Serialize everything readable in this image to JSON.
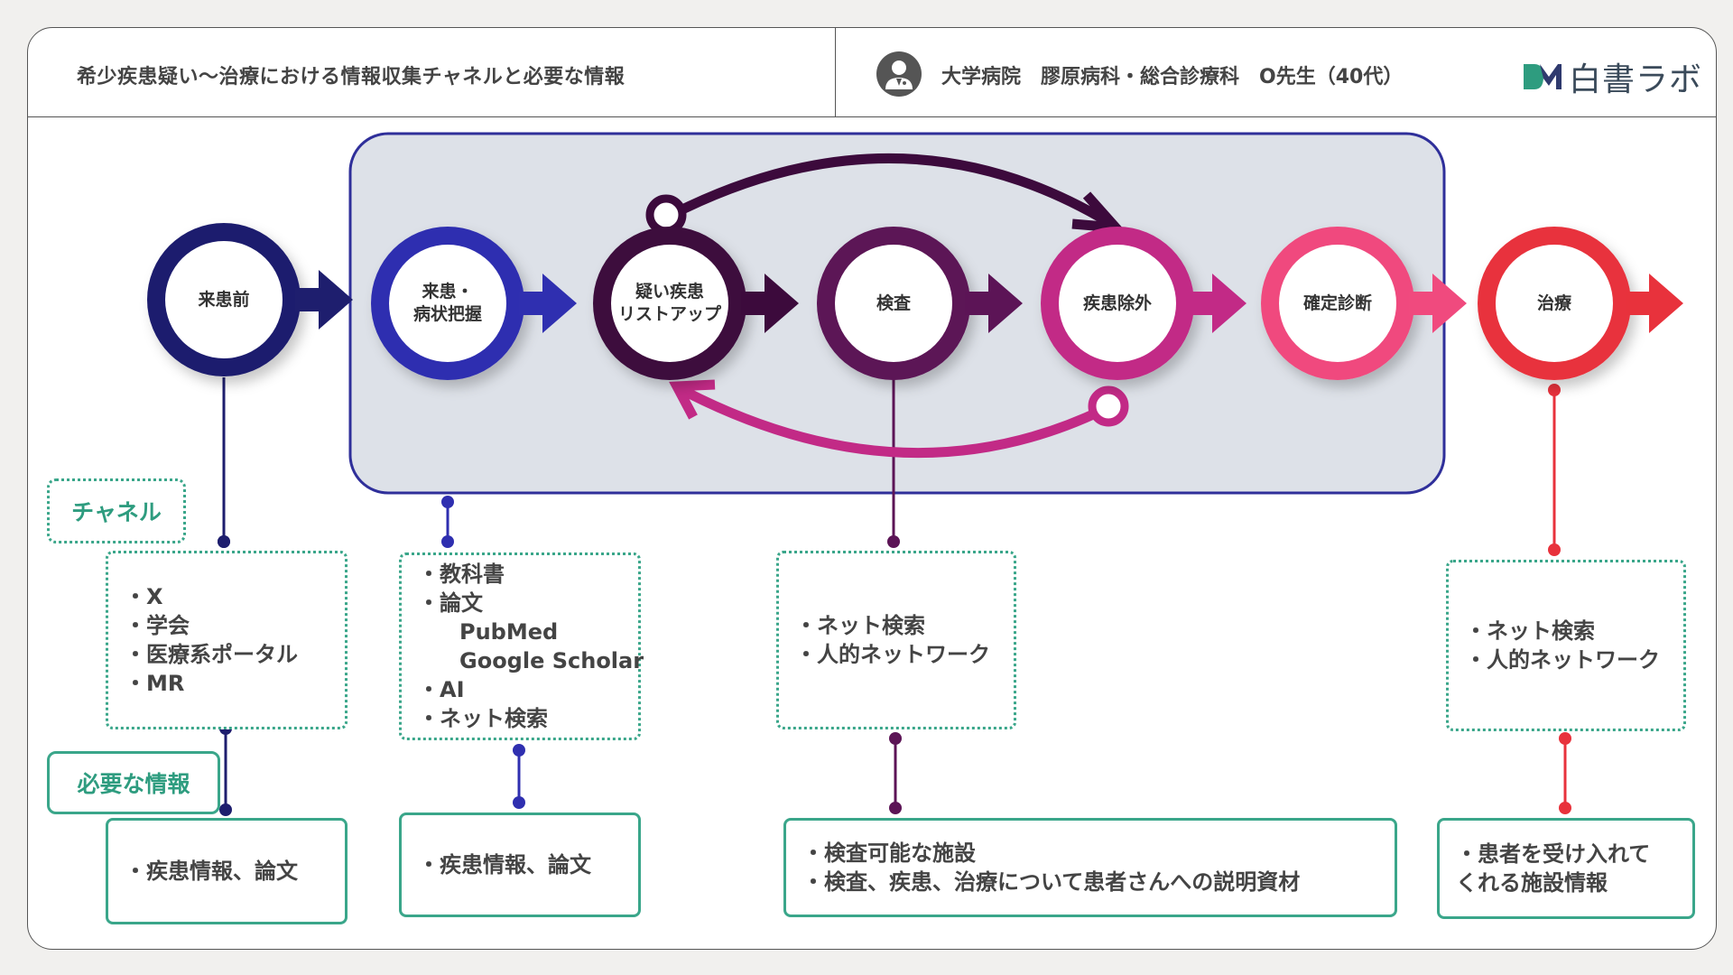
{
  "header": {
    "title": "希少疾患疑い〜治療における情報収集チャネルと必要な情報",
    "doctor": "大学病院　膠原病科・総合診療科　O先生（40代）",
    "brand": "白書ラボ"
  },
  "tags": {
    "channel": "チャネル",
    "required_info": "必要な情報"
  },
  "stages": [
    {
      "lines": [
        "来患前"
      ],
      "color": "#1e1e6e"
    },
    {
      "lines": [
        "来患・",
        "病状把握"
      ],
      "color": "#2f2fb0"
    },
    {
      "lines": [
        "疑い疾患",
        "リストアップ"
      ],
      "color": "#3c0a3c"
    },
    {
      "lines": [
        "検査"
      ],
      "color": "#5c1456"
    },
    {
      "lines": [
        "疾患除外"
      ],
      "color": "#c22a86"
    },
    {
      "lines": [
        "確定診断"
      ],
      "color": "#f04a7e"
    },
    {
      "lines": [
        "治療"
      ],
      "color": "#e8323c"
    }
  ],
  "channels": [
    {
      "items": [
        "・X",
        "・学会",
        "・医療系ポータル",
        "・MR"
      ]
    },
    {
      "items": [
        "・教科書",
        "・論文",
        "PubMed",
        "Google Scholar",
        "・AI",
        "・ネット検索"
      ]
    },
    {
      "items": [
        "・ネット検索",
        "・人的ネットワーク"
      ]
    },
    {
      "items": [
        "・ネット検索",
        "・人的ネットワーク"
      ]
    }
  ],
  "required": [
    {
      "items": [
        "・疾患情報、論文"
      ]
    },
    {
      "items": [
        "・疾患情報、論文"
      ]
    },
    {
      "items": [
        "・検査可能な施設",
        "・検査、疾患、治療について患者さんへの説明資材"
      ]
    },
    {
      "items": [
        "・患者を受け入れて",
        "くれる施設情報"
      ]
    }
  ],
  "colors": {
    "accent_green": "#3aa68a",
    "loop_panel": "#dde1e8",
    "loop_border": "#2f2f9a"
  },
  "icons": [
    "doctor-avatar-icon",
    "brand-logo-icon",
    "arrow-icon"
  ]
}
